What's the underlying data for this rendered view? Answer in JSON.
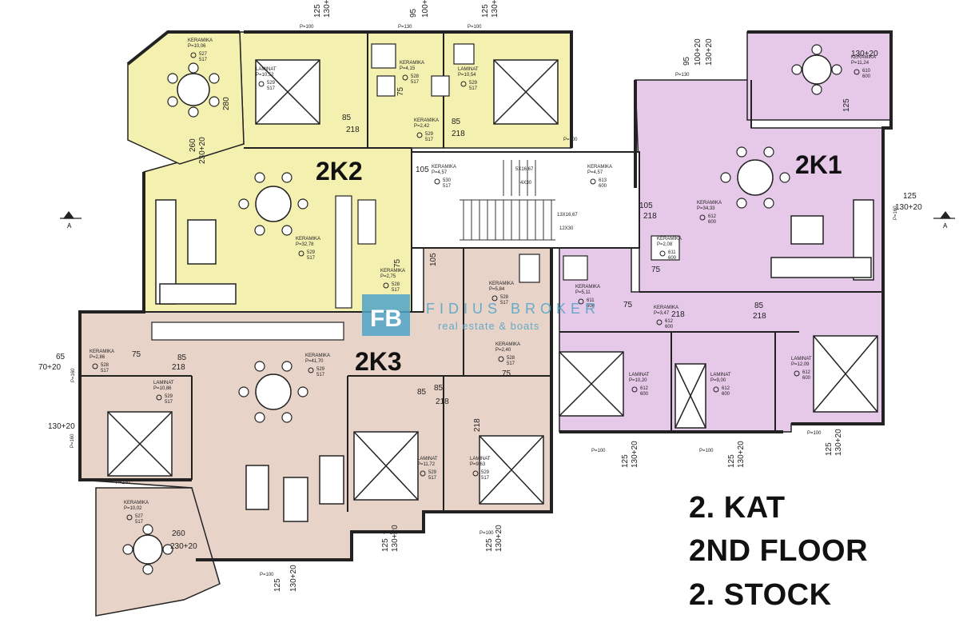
{
  "floor_titles": [
    "2. KAT",
    "2ND FLOOR",
    "2. STOCK"
  ],
  "units": [
    {
      "id": "2K1",
      "color": "#e6c8e8"
    },
    {
      "id": "2K2",
      "color": "#f4f0b0"
    },
    {
      "id": "2K3",
      "color": "#e8d3c8"
    }
  ],
  "colors": {
    "walls": "#222222",
    "stair_hall": "#ffffff",
    "brand": "#4fa3c8"
  },
  "watermark": {
    "name": "FIDIUS BROKER",
    "tagline": "real estate & boats",
    "monogram": "FB"
  },
  "section_marker": "A",
  "rooms": [
    {
      "name": "KERAMIKA",
      "area": "P=10,06",
      "code": "527",
      "code2": "517"
    },
    {
      "name": "LAMINAT",
      "area": "P=10,52",
      "code": "529",
      "code2": "517"
    },
    {
      "name": "KERAMIKA",
      "area": "P=4,15",
      "code": "528",
      "code2": "517"
    },
    {
      "name": "LAMINAT",
      "area": "P=10,54",
      "code": "529",
      "code2": "517"
    },
    {
      "name": "KERAMIKA",
      "area": "P=2,42",
      "code": "529",
      "code2": "517"
    },
    {
      "name": "KERAMIKA",
      "area": "P=32,78",
      "code": "529",
      "code2": "517"
    },
    {
      "name": "KERAMIKA",
      "area": "P=2,75",
      "code": "528",
      "code2": "517"
    },
    {
      "name": "KERAMIKA",
      "area": "P=4,57",
      "code": "530",
      "code2": "517"
    },
    {
      "name": "KERAMIKA",
      "area": "P=4,57",
      "code": "613",
      "code2": "600"
    },
    {
      "name": "KERAMIKA",
      "area": "P=11,24",
      "code": "610",
      "code2": "600"
    },
    {
      "name": "KERAMIKA",
      "area": "P=34,33",
      "code": "612",
      "code2": "600"
    },
    {
      "name": "KERAMIKA",
      "area": "P=2,08",
      "code": "611",
      "code2": "600"
    },
    {
      "name": "KERAMIKA",
      "area": "P=5,11",
      "code": "611",
      "code2": "600"
    },
    {
      "name": "KERAMIKA",
      "area": "P=3,47",
      "code": "612",
      "code2": "600"
    },
    {
      "name": "KERAMIKA",
      "area": "P=5,84",
      "code": "528",
      "code2": "517"
    },
    {
      "name": "KERAMIKA",
      "area": "P=2,40",
      "code": "528",
      "code2": "517"
    },
    {
      "name": "KERAMIKA",
      "area": "P=2,86",
      "code": "528",
      "code2": "517"
    },
    {
      "name": "KERAMIKA",
      "area": "P=41,70",
      "code": "529",
      "code2": "517"
    },
    {
      "name": "LAMINAT",
      "area": "P=10,86",
      "code": "529",
      "code2": "517"
    },
    {
      "name": "LAMINAT",
      "area": "P=11,72",
      "code": "529",
      "code2": "517"
    },
    {
      "name": "LAMINAT",
      "area": "P=9,63",
      "code": "529",
      "code2": "517"
    },
    {
      "name": "LAMINAT",
      "area": "P=10,20",
      "code": "612",
      "code2": "600"
    },
    {
      "name": "LAMINAT",
      "area": "P=9,00",
      "code": "612",
      "code2": "600"
    },
    {
      "name": "LAMINAT",
      "area": "P=12,09",
      "code": "612",
      "code2": "600"
    },
    {
      "name": "KERAMIKA",
      "area": "P=10,02",
      "code": "527",
      "code2": "517"
    }
  ],
  "dimensions": [
    "125",
    "130+20",
    "95",
    "100+20",
    "85",
    "218",
    "105",
    "75",
    "260",
    "230+20",
    "280",
    "65",
    "70+20",
    "P=100",
    "P=130",
    "P=160",
    "5X16,67",
    "4X30",
    "13X16,67",
    "12X30"
  ]
}
